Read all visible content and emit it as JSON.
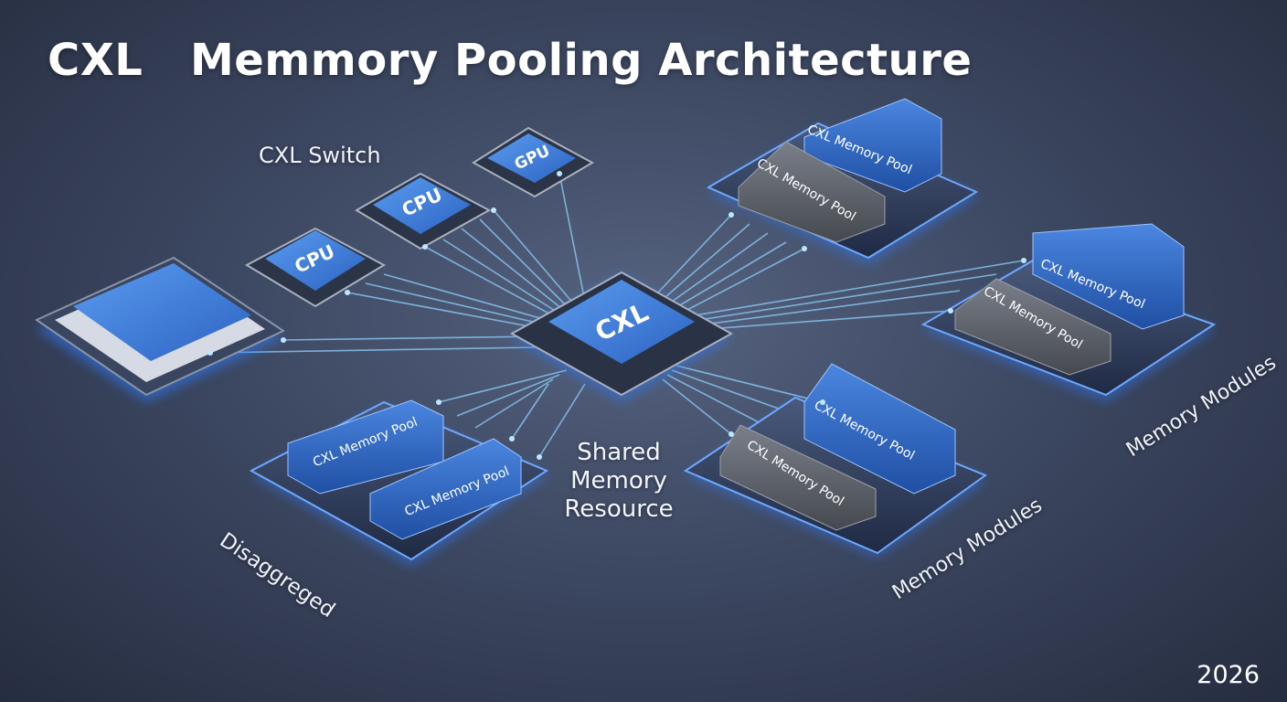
{
  "title": "CXL   Memmory Pooling Architecture",
  "labels": {
    "cxl_switch": "CXL Switch",
    "shared_memory_resource": "Shared Memory Resource",
    "memory_modules_right": "Memory Modules",
    "memory_modules_bottom": "Memory Modules",
    "disaggregated": "Disaggreged",
    "year": "2026"
  },
  "chips": {
    "gpu": "GPU",
    "cpu_top": "CPU",
    "cpu_left": "CPU",
    "cxl_switch": "CXL"
  },
  "memory_pools": {
    "top_right_front": "CXL Memory Pool",
    "top_right_back": "CXL Memory Pool",
    "right_front": "CXL Memory Pool",
    "right_back": "CXL Memory Pool",
    "bottom_center_front": "CXL Memory Pool",
    "bottom_center_back": "CXL Memory Pool",
    "bottom_left_front": "CXL Memory Pool",
    "bottom_left_back": "CXL Memory Pool"
  },
  "colors": {
    "background": "#3d4862",
    "chip_blue": "#3f7fd6",
    "glow_blue": "#2f7bff",
    "module_gray": "#5a5f6a",
    "connector": "#8fd0ff"
  }
}
